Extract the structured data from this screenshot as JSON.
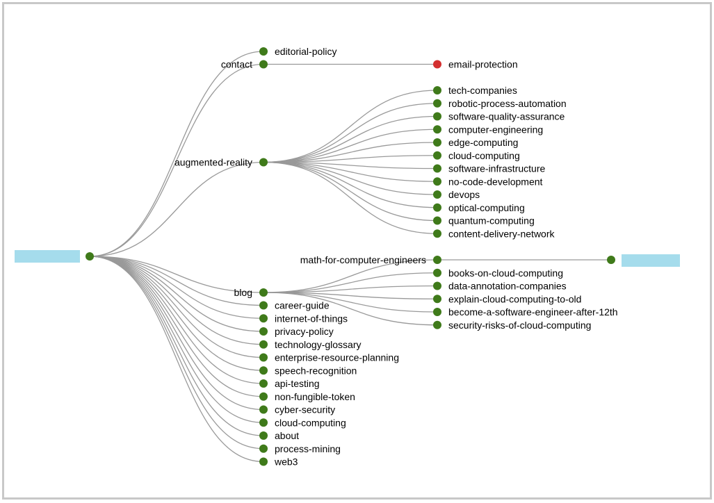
{
  "colors": {
    "frame": "#c8c8c8",
    "link": "#999999",
    "node": "#3f7a1a",
    "node_alert": "#d32f2f",
    "placeholder": "#a5dcec"
  },
  "tree": {
    "root": {
      "label": "",
      "placeholder": true
    },
    "level1": [
      {
        "id": "contact",
        "label": "contact"
      },
      {
        "id": "augmented-reality",
        "label": "augmented-reality"
      },
      {
        "id": "blog",
        "label": "blog"
      },
      {
        "id": "editorial-policy",
        "label": "editorial-policy"
      },
      {
        "id": "career-guide",
        "label": "career-guide"
      },
      {
        "id": "internet-of-things",
        "label": "internet-of-things"
      },
      {
        "id": "privacy-policy",
        "label": "privacy-policy"
      },
      {
        "id": "technology-glossary",
        "label": "technology-glossary"
      },
      {
        "id": "enterprise-resource-planning",
        "label": "enterprise-resource-planning"
      },
      {
        "id": "speech-recognition",
        "label": "speech-recognition"
      },
      {
        "id": "api-testing",
        "label": "api-testing"
      },
      {
        "id": "non-fungible-token",
        "label": "non-fungible-token"
      },
      {
        "id": "cyber-security",
        "label": "cyber-security"
      },
      {
        "id": "cloud-computing-blog",
        "label": "cloud-computing"
      },
      {
        "id": "about",
        "label": "about"
      },
      {
        "id": "process-mining",
        "label": "process-mining"
      },
      {
        "id": "web3",
        "label": "web3"
      }
    ],
    "level2": [
      {
        "parent": "contact",
        "label": "email-protection",
        "alert": true
      },
      {
        "parent": "augmented-reality",
        "label": "tech-companies"
      },
      {
        "parent": "augmented-reality",
        "label": "robotic-process-automation"
      },
      {
        "parent": "augmented-reality",
        "label": "software-quality-assurance"
      },
      {
        "parent": "augmented-reality",
        "label": "computer-engineering"
      },
      {
        "parent": "augmented-reality",
        "label": "edge-computing"
      },
      {
        "parent": "augmented-reality",
        "label": "cloud-computing"
      },
      {
        "parent": "augmented-reality",
        "label": "software-infrastructure"
      },
      {
        "parent": "augmented-reality",
        "label": "no-code-development"
      },
      {
        "parent": "augmented-reality",
        "label": "devops"
      },
      {
        "parent": "augmented-reality",
        "label": "optical-computing"
      },
      {
        "parent": "augmented-reality",
        "label": "quantum-computing"
      },
      {
        "parent": "augmented-reality",
        "label": "content-delivery-network"
      },
      {
        "parent": "blog",
        "label": "math-for-computer-engineers",
        "label_left": true
      },
      {
        "parent": "blog",
        "label": "books-on-cloud-computing"
      },
      {
        "parent": "blog",
        "label": "data-annotation-companies"
      },
      {
        "parent": "blog",
        "label": "explain-cloud-computing-to-old"
      },
      {
        "parent": "blog",
        "label": "become-a-software-engineer-after-12th"
      },
      {
        "parent": "blog",
        "label": "security-risks-of-cloud-computing"
      }
    ],
    "level3": [
      {
        "parent": "math-for-computer-engineers",
        "label": "",
        "placeholder": true
      }
    ]
  }
}
